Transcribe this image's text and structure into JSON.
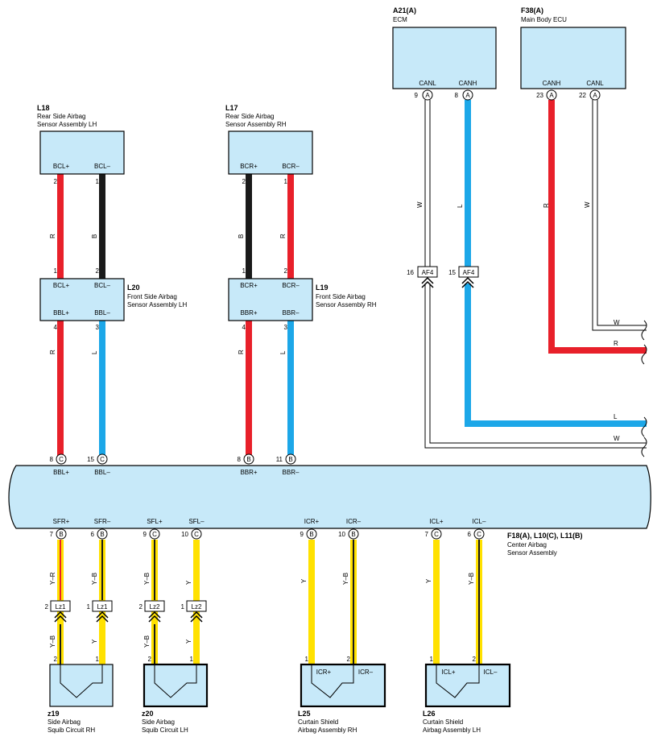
{
  "components": {
    "ecm": {
      "ref": "A21(A)",
      "name": "ECM",
      "pins": [
        "CANL",
        "CANH"
      ],
      "pin_nums": [
        "9",
        "8"
      ],
      "conn": [
        "A",
        "A"
      ]
    },
    "main_body_ecu": {
      "ref": "F38(A)",
      "name": "Main Body ECU",
      "pins": [
        "CANH",
        "CANL"
      ],
      "pin_nums": [
        "23",
        "22"
      ],
      "conn": [
        "A",
        "A"
      ]
    },
    "l18": {
      "ref": "L18",
      "name": [
        "Rear Side Airbag",
        "Sensor Assembly LH"
      ],
      "pins": [
        "BCL+",
        "BCL–"
      ],
      "pin_nums": [
        "2",
        "1"
      ]
    },
    "l17": {
      "ref": "L17",
      "name": [
        "Rear Side Airbag",
        "Sensor Assembly RH"
      ],
      "pins": [
        "BCR+",
        "BCR–"
      ],
      "pin_nums": [
        "2",
        "1"
      ]
    },
    "l20": {
      "ref": "L20",
      "name": [
        "Front Side Airbag",
        "Sensor Assembly LH"
      ],
      "pins_top": [
        "BCL+",
        "BCL–"
      ],
      "pins_bottom": [
        "BBL+",
        "BBL–"
      ],
      "nums_top": [
        "1",
        "2"
      ],
      "nums_bottom": [
        "4",
        "3"
      ]
    },
    "l19": {
      "ref": "L19",
      "name": [
        "Front Side Airbag",
        "Sensor Assembly RH"
      ],
      "pins_top": [
        "BCR+",
        "BCR–"
      ],
      "pins_bottom": [
        "BBR+",
        "BBR–"
      ],
      "nums_top": [
        "1",
        "2"
      ],
      "nums_bottom": [
        "4",
        "3"
      ]
    },
    "center": {
      "ref": "F18(A), L10(C), L11(B)",
      "name": [
        "Center Airbag",
        "Sensor Assembly"
      ],
      "top_pins": [
        {
          "num": "8",
          "conn": "C",
          "label": "BBL+"
        },
        {
          "num": "15",
          "conn": "C",
          "label": "BBL–"
        },
        {
          "num": "8",
          "conn": "B",
          "label": "BBR+"
        },
        {
          "num": "11",
          "conn": "B",
          "label": "BBR–"
        }
      ],
      "bottom_pins": [
        {
          "num": "7",
          "conn": "B",
          "label": "SFR+"
        },
        {
          "num": "6",
          "conn": "B",
          "label": "SFR–"
        },
        {
          "num": "9",
          "conn": "C",
          "label": "SFL+"
        },
        {
          "num": "10",
          "conn": "C",
          "label": "SFL–"
        },
        {
          "num": "9",
          "conn": "B",
          "label": "ICR+"
        },
        {
          "num": "10",
          "conn": "B",
          "label": "ICR–"
        },
        {
          "num": "7",
          "conn": "C",
          "label": "ICL+"
        },
        {
          "num": "6",
          "conn": "C",
          "label": "ICL–"
        }
      ]
    },
    "z19": {
      "ref": "z19",
      "name": [
        "Side Airbag",
        "Squib Circuit RH"
      ],
      "pin_nums": [
        "2",
        "1"
      ]
    },
    "z20": {
      "ref": "z20",
      "name": [
        "Side Airbag",
        "Squib Circuit LH"
      ],
      "pin_nums": [
        "2",
        "1"
      ]
    },
    "l25": {
      "ref": "L25",
      "name": [
        "Curtain Shield",
        "Airbag Assembly RH"
      ],
      "pins": [
        "ICR+",
        "ICR–"
      ],
      "pin_nums": [
        "1",
        "2"
      ]
    },
    "l26": {
      "ref": "L26",
      "name": [
        "Curtain Shield",
        "Airbag Assembly LH"
      ],
      "pins": [
        "ICL+",
        "ICL–"
      ],
      "pin_nums": [
        "1",
        "2"
      ]
    }
  },
  "connectors": {
    "af4": {
      "label": "AF4",
      "nums": [
        "16",
        "15"
      ]
    },
    "lz1": {
      "label": "Lz1",
      "nums": [
        "2",
        "1"
      ]
    },
    "lz2": {
      "label": "Lz2",
      "nums": [
        "2",
        "1"
      ]
    }
  },
  "wire_colors": {
    "w1": "R",
    "w2": "B",
    "w3": "B",
    "w4": "R",
    "w5": "R",
    "w6": "L",
    "w7": "R",
    "w8": "L",
    "can_l": "W",
    "can_h": "L",
    "body_h": "R",
    "body_l": "W",
    "right_w1": "W",
    "right_r": "R",
    "right_l": "L",
    "right_w2": "W",
    "sq1_top": "Y–R",
    "sq2_top": "Y–B",
    "sq3_top": "Y–B",
    "sq4_top": "Y",
    "sq1_bot": "Y–B",
    "sq2_bot": "Y",
    "sq3_bot": "Y–B",
    "sq4_bot": "Y",
    "cur1": "Y",
    "cur2": "Y–B",
    "cur3": "Y",
    "cur4": "Y–B"
  },
  "colors": {
    "red": "#e8202a",
    "black": "#1a1a1a",
    "blue": "#1ca7e8",
    "yellow": "#ffe100",
    "white": "#ffffff",
    "box": "#c7e9f9"
  }
}
